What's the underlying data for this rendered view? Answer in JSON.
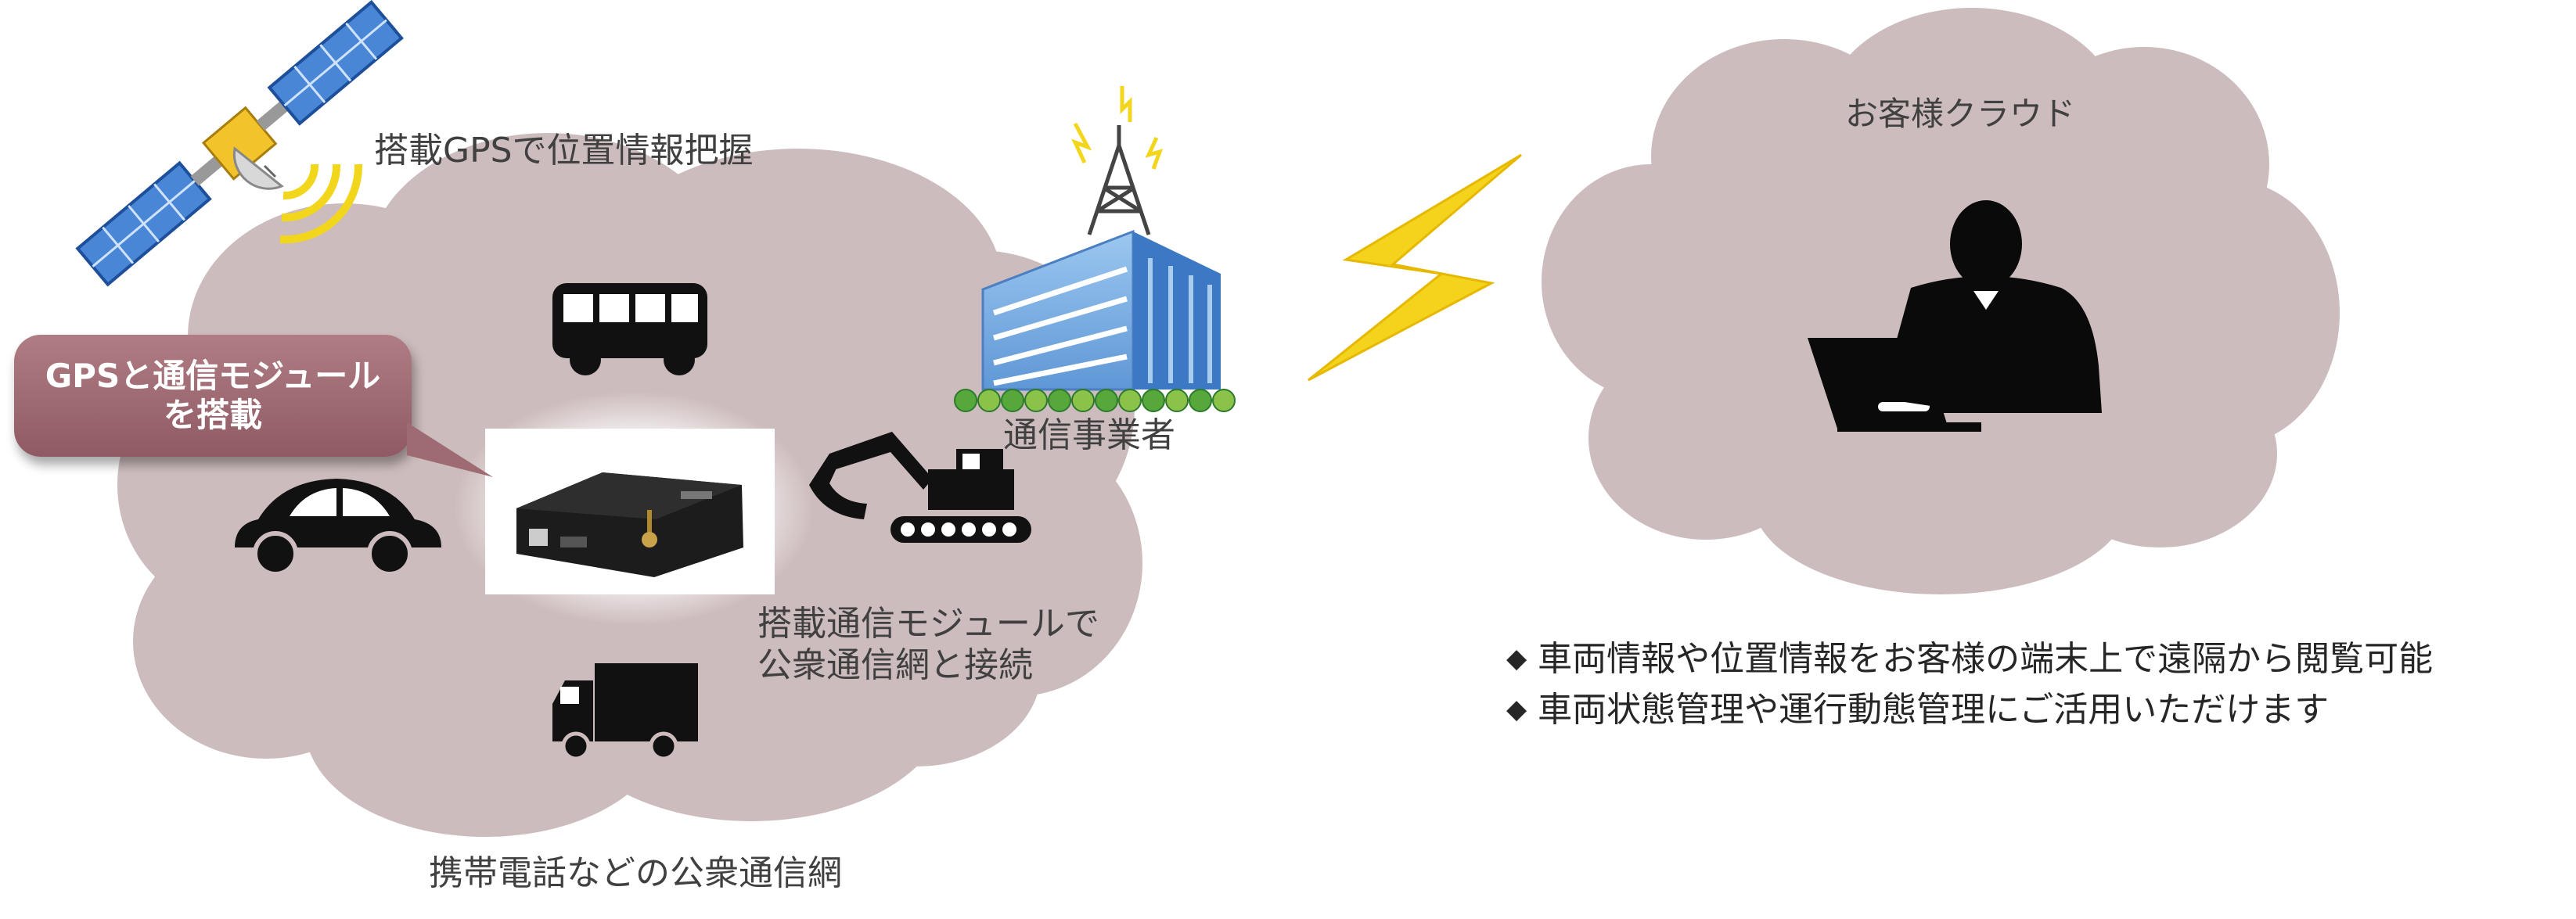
{
  "labels": {
    "gps": "搭載GPSで位置情報把握",
    "callout_line1": "GPSと通信モジュール",
    "callout_line2": "を搭載",
    "operator": "通信事業者",
    "module_line1": "搭載通信モジュールで",
    "module_line2": "公衆通信網と接続",
    "public_network": "携帯電話などの公衆通信網",
    "customer_cloud": "お客様クラウド"
  },
  "bullets": [
    {
      "marker": "◆",
      "text": "車両情報や位置情報をお客様の端末上で遠隔から閲覧可能"
    },
    {
      "marker": "◆",
      "text": "車両状態管理や運行動態管理にご活用いただけます"
    }
  ],
  "icons": {
    "satellite": "satellite-icon",
    "bus": "bus-icon",
    "car": "car-icon",
    "truck": "truck-icon",
    "excavator": "excavator-icon",
    "module": "communication-module-icon",
    "tower": "antenna-tower-icon",
    "building": "office-building-icon",
    "lightning": "lightning-bolt-icon",
    "person": "businessman-laptop-icon"
  },
  "colors": {
    "cloud_fill": "#cdbcbd",
    "callout_fill": "#9e6b73",
    "lightning": "#f4d31c",
    "building_blue": "#7fb3e6",
    "text_dark": "#404040"
  }
}
